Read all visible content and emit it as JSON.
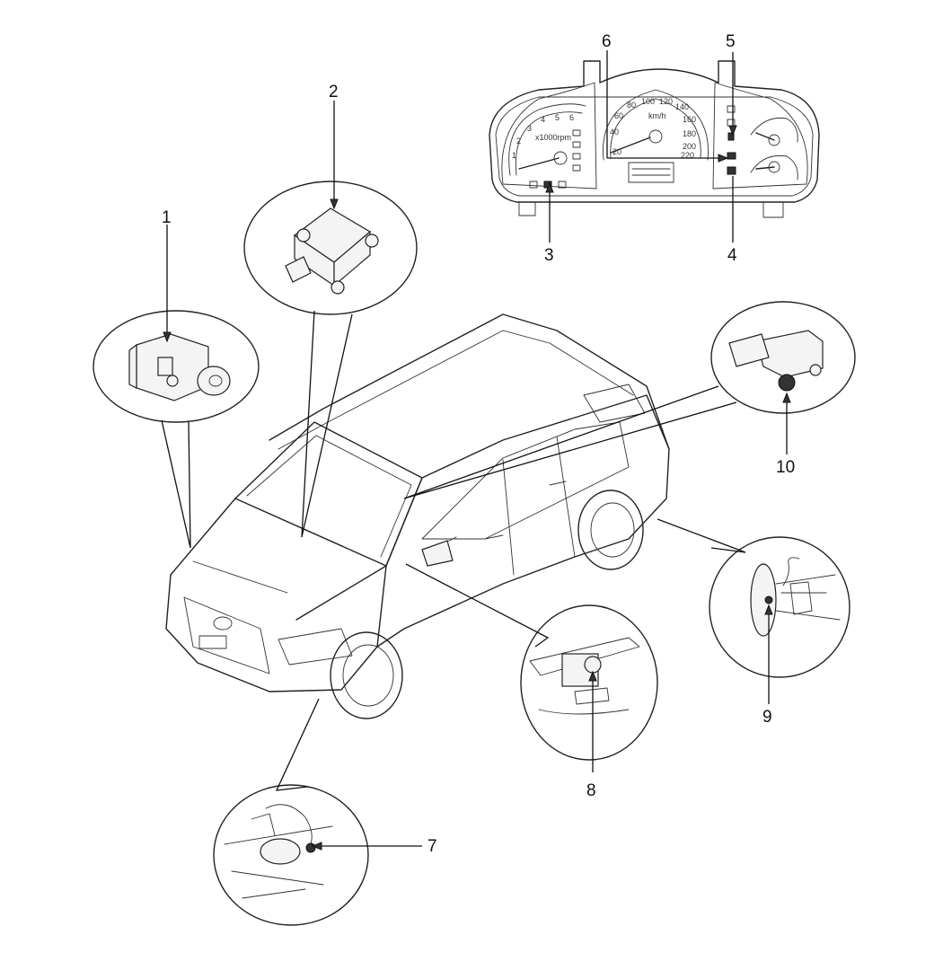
{
  "diagram": {
    "callouts": [
      {
        "id": "1",
        "label": "1"
      },
      {
        "id": "2",
        "label": "2"
      },
      {
        "id": "3",
        "label": "3"
      },
      {
        "id": "4",
        "label": "4"
      },
      {
        "id": "5",
        "label": "5"
      },
      {
        "id": "6",
        "label": "6"
      },
      {
        "id": "7",
        "label": "7"
      },
      {
        "id": "8",
        "label": "8"
      },
      {
        "id": "9",
        "label": "9"
      },
      {
        "id": "10",
        "label": "10"
      }
    ],
    "cluster_text": {
      "speed_unit": "km/h",
      "rpm_unit": "x1000rpm",
      "speed_ticks": [
        "20",
        "40",
        "60",
        "80",
        "100",
        "120",
        "140",
        "160",
        "180",
        "200",
        "220"
      ],
      "rpm_ticks": [
        "1",
        "2",
        "3",
        "4",
        "5",
        "6"
      ]
    }
  }
}
